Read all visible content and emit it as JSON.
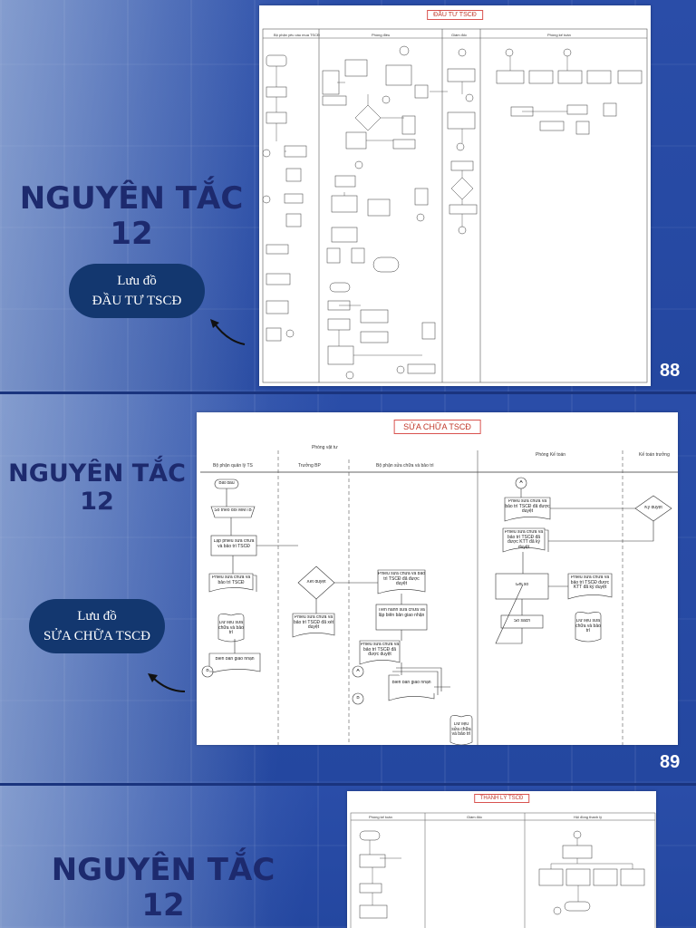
{
  "slides": [
    {
      "title_line1": "NGUYÊN TẮC",
      "title_line2": "12",
      "caption_line1": "Lưu đồ",
      "caption_line2": "ĐẦU TƯ TSCĐ",
      "page_number": "88",
      "flowchart_title": "ĐẦU TƯ TSCĐ",
      "columns": [
        "Bộ phận yêu cầu mua TSCĐ",
        "Phòng điều",
        "Giám đốc",
        "Phòng kế toán"
      ]
    },
    {
      "title_line1": "NGUYÊN TẮC",
      "title_line2": "12",
      "caption_line1": "Lưu đồ",
      "caption_line2": "SỬA CHỮA TSCĐ",
      "page_number": "89",
      "flowchart_title": "SỬA CHỮA TSCĐ",
      "group_header": "Phòng vật tư",
      "columns": [
        "Bộ phận quản lý TS",
        "Trưởng BP",
        "Bộ phận sửa chữa và bảo trì",
        "Phòng Kế toán",
        "Kế toán trưởng"
      ],
      "nodes": {
        "start": "Bắt đầu",
        "tracking_book": "Sổ theo dõi MMTB",
        "create_request": "Lập phiếu sửa chữa và bảo trì TSCĐ",
        "request_form": "Phiếu sửa chữa và bảo trì TSCĐ",
        "approve": "Xét duyệt",
        "approved_form": "Phiếu sửa chữa và bảo trì TSCĐ đã xét duyệt",
        "data_file": "Dữ liệu sửa chữa và bảo trì",
        "handover": "Biên bản giao nhận",
        "received_form": "Phiếu sửa chữa và bảo trì TSCĐ đã được duyệt",
        "do_repair": "Tiến hành sửa chữa và lập biên bản giao nhận",
        "approved_form_2": "Phiếu sửa chữa và bảo trì TSCĐ đã được duyệt",
        "handover_2": "Biên bản giao nhận",
        "data_file_2": "Dữ liệu sửa chữa và bảo trì",
        "acc_form": "Phiếu sửa chữa và bảo trì TSCĐ đã được duyệt",
        "acc_form_ktt": "Phiếu sửa chữa và bảo trì TSCĐ đã được KTT đã ký duyệt",
        "record": "Ghi sổ",
        "ledger": "Sổ sách",
        "acc_approved": "Phiếu sửa chữa và bảo trì TSCĐ được KTT đã ký duyệt",
        "acc_data": "Dữ liệu sửa chữa và bảo trì",
        "chief_approve": "Ký duyệt",
        "conn_a": "A",
        "conn_b": "B"
      }
    },
    {
      "title_line1": "NGUYÊN TẮC",
      "title_line2": "12",
      "flowchart_title": "THANH LÝ TSCĐ",
      "columns": [
        "Phòng kế toán",
        "Giám đốc",
        "Hội đồng thanh lý"
      ]
    }
  ]
}
